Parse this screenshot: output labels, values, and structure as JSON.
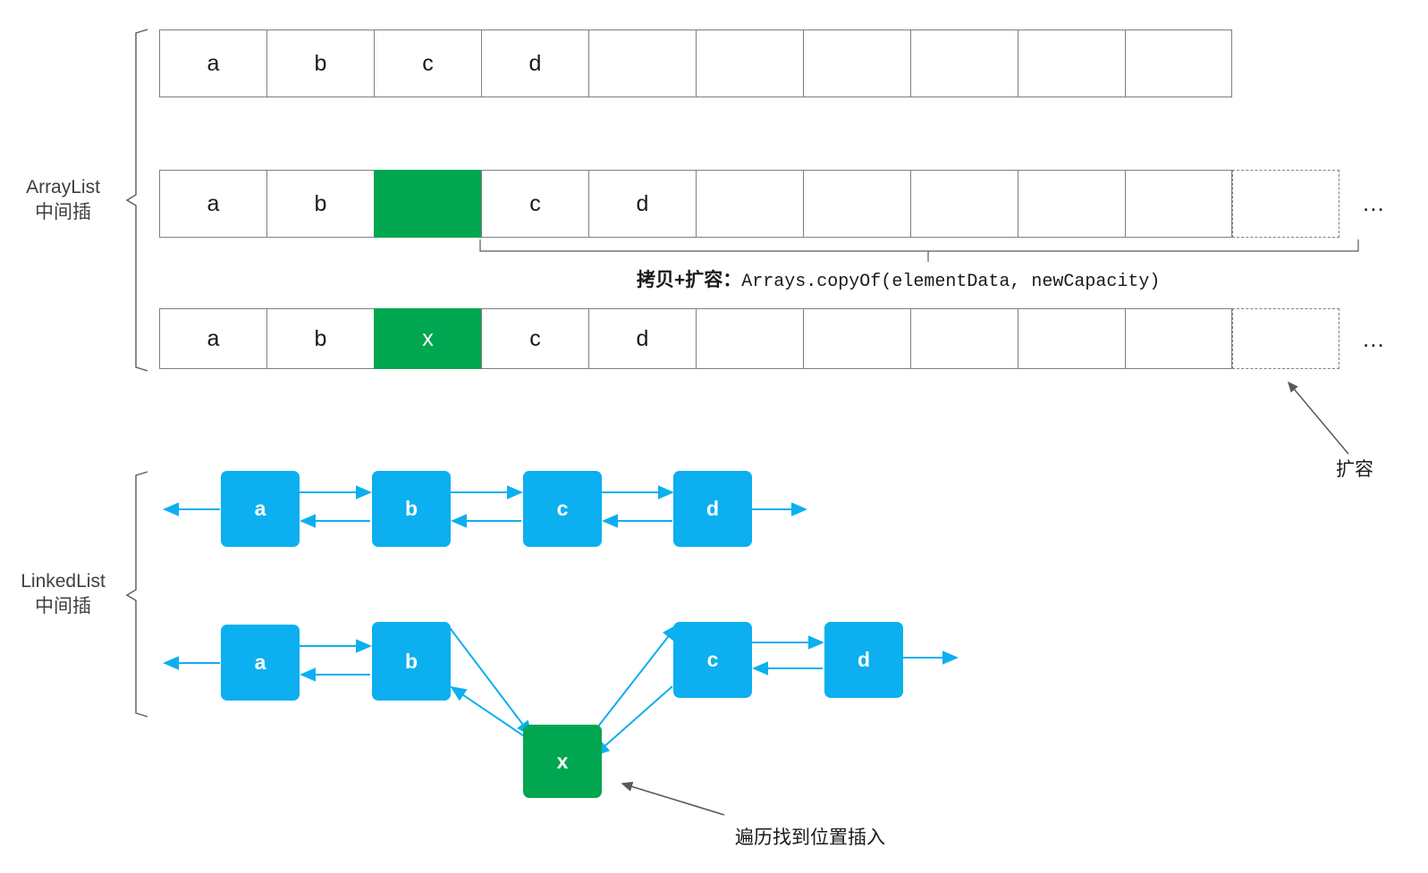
{
  "sections": {
    "arraylist": {
      "line1": "ArrayList",
      "line2": "中间插"
    },
    "linkedlist": {
      "line1": "LinkedList",
      "line2": "中间插"
    }
  },
  "array_rows": [
    {
      "name": "original-array",
      "cells": [
        {
          "value": "a",
          "style": "plain"
        },
        {
          "value": "b",
          "style": "plain"
        },
        {
          "value": "c",
          "style": "plain"
        },
        {
          "value": "d",
          "style": "plain"
        },
        {
          "value": "",
          "style": "plain"
        },
        {
          "value": "",
          "style": "plain"
        },
        {
          "value": "",
          "style": "plain"
        },
        {
          "value": "",
          "style": "plain"
        },
        {
          "value": "",
          "style": "plain"
        },
        {
          "value": "",
          "style": "plain"
        }
      ],
      "trailing_ellipsis": ""
    },
    {
      "name": "shifted-array",
      "cells": [
        {
          "value": "a",
          "style": "plain"
        },
        {
          "value": "b",
          "style": "plain"
        },
        {
          "value": "",
          "style": "filled"
        },
        {
          "value": "c",
          "style": "plain"
        },
        {
          "value": "d",
          "style": "plain"
        },
        {
          "value": "",
          "style": "plain"
        },
        {
          "value": "",
          "style": "plain"
        },
        {
          "value": "",
          "style": "plain"
        },
        {
          "value": "",
          "style": "plain"
        },
        {
          "value": "",
          "style": "plain"
        },
        {
          "value": "",
          "style": "dashed"
        }
      ],
      "trailing_ellipsis": "..."
    },
    {
      "name": "inserted-array",
      "cells": [
        {
          "value": "a",
          "style": "plain"
        },
        {
          "value": "b",
          "style": "plain"
        },
        {
          "value": "x",
          "style": "filled"
        },
        {
          "value": "c",
          "style": "plain"
        },
        {
          "value": "d",
          "style": "plain"
        },
        {
          "value": "",
          "style": "plain"
        },
        {
          "value": "",
          "style": "plain"
        },
        {
          "value": "",
          "style": "plain"
        },
        {
          "value": "",
          "style": "plain"
        },
        {
          "value": "",
          "style": "plain"
        },
        {
          "value": "",
          "style": "dashed"
        }
      ],
      "trailing_ellipsis": "..."
    }
  ],
  "code_caption": {
    "label": "拷贝+扩容：",
    "call_prefix": "Arrays.",
    "method": "copyOf",
    "open_paren": "(",
    "arg1": "elementData",
    "arg_sep": ", ",
    "arg2": "newCapacity",
    "close_paren": ")"
  },
  "annotations": {
    "grow": "扩容",
    "traverse": "遍历找到位置插入"
  },
  "linked_lists": [
    {
      "name": "original-linked-list",
      "nodes": [
        {
          "value": "a",
          "style": "blue"
        },
        {
          "value": "b",
          "style": "blue"
        },
        {
          "value": "c",
          "style": "blue"
        },
        {
          "value": "d",
          "style": "blue"
        }
      ]
    },
    {
      "name": "inserted-linked-list",
      "nodes": [
        {
          "value": "a",
          "style": "blue"
        },
        {
          "value": "b",
          "style": "blue"
        },
        {
          "value": "c",
          "style": "blue"
        },
        {
          "value": "d",
          "style": "blue"
        },
        {
          "value": "x",
          "style": "green"
        }
      ]
    }
  ],
  "colors": {
    "green": "#00a650",
    "blue": "#0cafef",
    "arrow_blue": "#0cafef",
    "cell_border": "#7f7f7f",
    "dashed_border": "#808080",
    "bracket": "#595959",
    "annotation_arrow": "#595959",
    "purple": "#7030a0"
  }
}
